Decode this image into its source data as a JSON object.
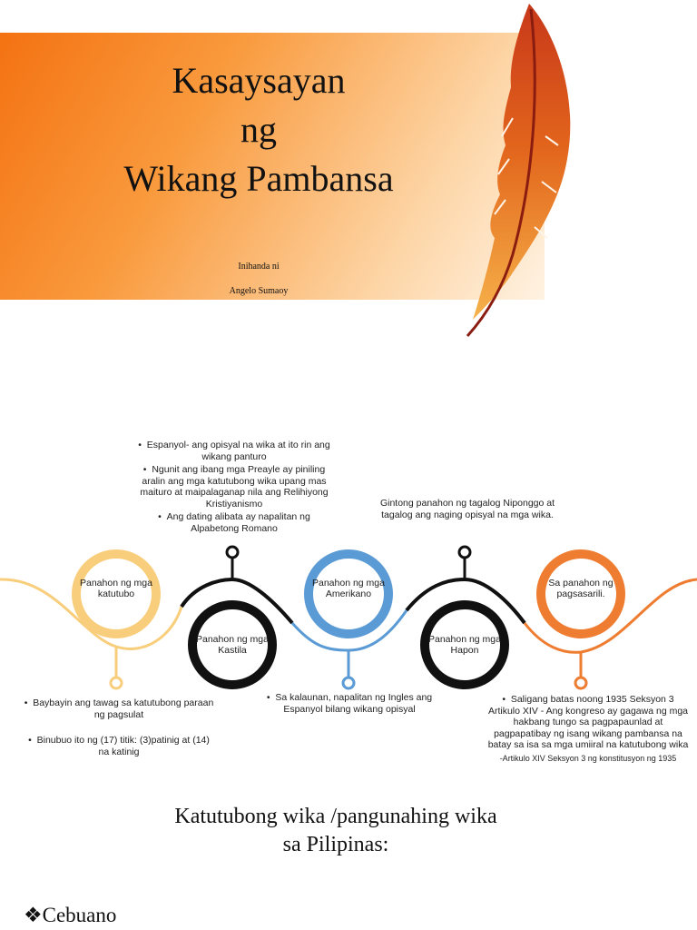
{
  "cover": {
    "title_lines": [
      "Kasaysayan",
      "ng",
      "Wikang Pambansa"
    ],
    "prepared_by_label": "Inihanda ni",
    "author": "Angelo Sumaoy"
  },
  "colors": {
    "banner_dark": "#f47212",
    "banner_light": "#fff2e2",
    "feather_orange": "#e2641c",
    "feather_shaft": "#8a1c10",
    "circle_yellow": "#f8ce7c",
    "circle_black": "#111111",
    "circle_blue": "#5b9bd5",
    "circle_orange": "#ee7d31"
  },
  "timeline": {
    "periods": [
      {
        "label": "Panahon ng mga katutubo",
        "color": "#f8ce7c"
      },
      {
        "label": "Panahon ng mga Kastila",
        "color": "#111111"
      },
      {
        "label": "Panahon ng mga Amerikano",
        "color": "#5b9bd5"
      },
      {
        "label": "Panahon ng mga Hapon",
        "color": "#111111"
      },
      {
        "label": "Sa panahon ng pagsasarili.",
        "color": "#ee7d31"
      }
    ],
    "notes": {
      "kastila": [
        "Espanyol- ang opisyal na wika at ito rin ang wikang panturo",
        "Ngunit ang ibang mga Preayle ay piniling aralin ang mga katutubong wika upang mas maituro at maipalaganap nila ang Relihiyong Kristiyanismo",
        "Ang dating alibata ay napalitan ng Alpabetong Romano"
      ],
      "hapon": "Gintong panahon ng tagalog Niponggo at tagalog ang naging opisyal na mga wika.",
      "katutubo": [
        "Baybayin ang tawag sa katutubong paraan ng pagsulat",
        "Binubuo ito ng (17) titik: (3)patinig at (14) na katinig"
      ],
      "amerikano": [
        "Sa kalaunan, napalitan ng Ingles ang Espanyol bilang wikang opisyal"
      ],
      "pagsasarili": [
        "Saligang batas noong 1935 Seksyon 3 Artikulo XIV - Ang kongreso ay gagawa ng mga hakbang tungo sa pagpapaunlad at pagpapatibay ng isang wikang pambansa na batay sa isa sa mga umiiral na katutubong wika"
      ],
      "pagsasarili_source": "-Artikulo XIV Seksyon 3 ng konstitusyon ng 1935"
    }
  },
  "section": {
    "title_line1": "Katutubong wika /pangunahing wika",
    "title_line2": "sa Pilipinas:",
    "first_item_marker": "❖",
    "first_item": "Cebuano"
  }
}
